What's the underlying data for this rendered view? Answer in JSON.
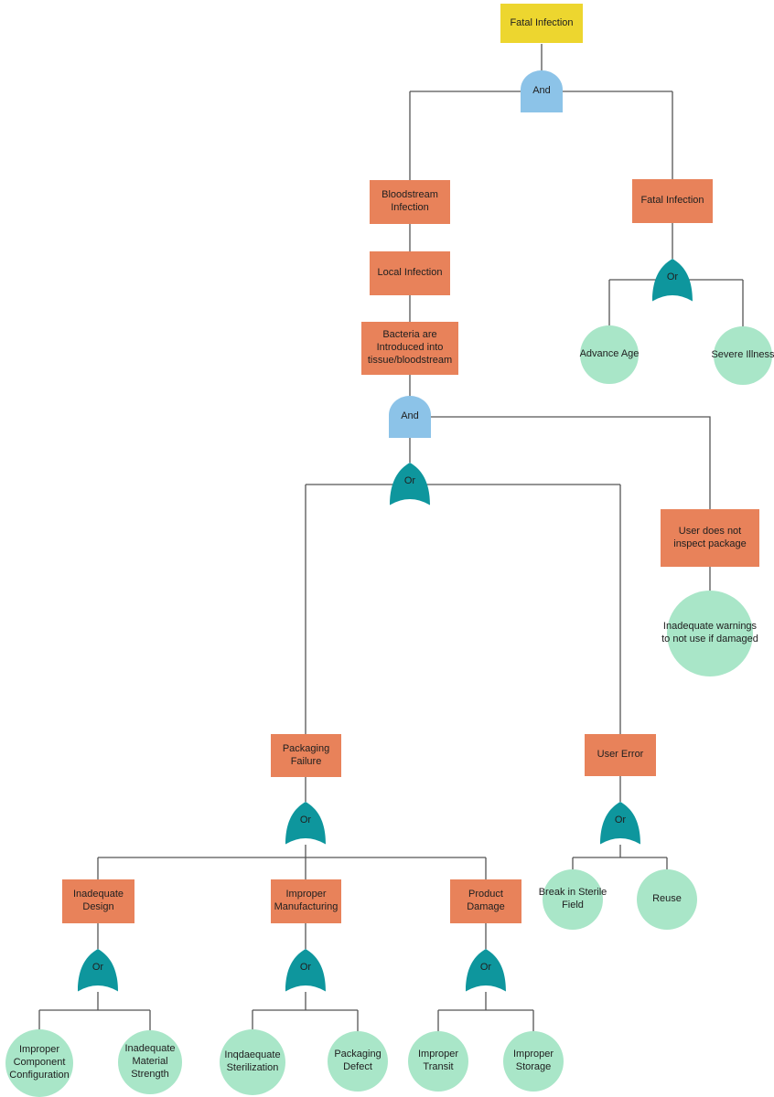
{
  "diagram": {
    "type": "fault-tree",
    "colors": {
      "background": "#FFFFFF",
      "top_event": "#EDD62F",
      "intermediate_event": "#E8825A",
      "and_gate": "#8CC3E8",
      "or_gate": "#0E969D",
      "basic_event": "#A9E6C8",
      "connector": "#555555",
      "label_text": "#202020"
    },
    "gate_labels": {
      "and": "And",
      "or": "Or"
    },
    "nodes": {
      "top_event": "Fatal Infection",
      "bloodstream_infection": "Bloodstream Infection",
      "fatal_infection_sub": "Fatal Infection",
      "local_infection": "Local Infection",
      "bacteria_introduced": "Bacteria are Introduced into tissue/bloodstream",
      "advance_age": "Advance Age",
      "severe_illness": "Severe Illness",
      "user_not_inspect": "User does not inspect package",
      "inadequate_warnings": "Inadequate warnings to not use if damaged",
      "packaging_failure": "Packaging Failure",
      "user_error": "User Error",
      "break_sterile_field": "Break in Sterile Field",
      "reuse": "Reuse",
      "inadequate_design": "Inadequate Design",
      "improper_manufacturing": "Improper Manufacturing",
      "product_damage": "Product Damage",
      "improper_component_configuration": "Improper Component Configuration",
      "inadequate_material_strength": "Inadequate Material Strength",
      "inqdaequate_sterilization": "Inqdaequate Sterilization",
      "packaging_defect": "Packaging Defect",
      "improper_transit": "Improper Transit",
      "improper_storage": "Improper Storage"
    }
  }
}
